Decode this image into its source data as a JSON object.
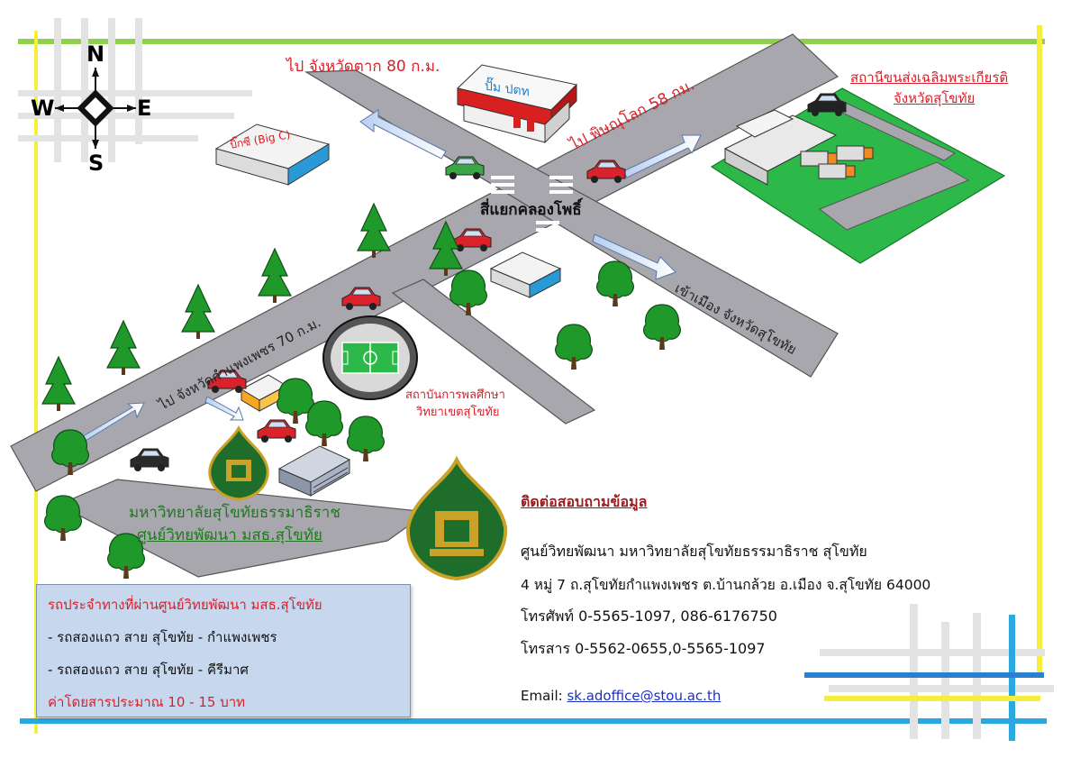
{
  "compass": {
    "n": "N",
    "s": "S",
    "e": "E",
    "w": "W"
  },
  "roads": {
    "to_tak": "ไป จังหวัดตาก 80 ก.ม.",
    "to_phitsanulok": "ไป พิษณุโลก 58 กม.",
    "to_kamphaeng": "ไป จังหวัดกำแพงเพชร 70 ก.ม.",
    "to_city": "เข้าเมือง จังหวัดสุโขทัย",
    "intersection": "สี่แยกคลองโพธิ์"
  },
  "landmarks": {
    "ptt": "ปั๊ม ปตท",
    "bigc": "บิ๊กซี (Big C)",
    "transport_station_1": "สถานีขนส่งเฉลิมพระเกียรติ",
    "transport_station_2": "จังหวัดสุโขทัย",
    "sports_1": "สถาบันการพลศึกษา",
    "sports_2": "วิทยาเขตสุโขทัย",
    "university_1": "มหาวิทยาลัยสุโขทัยธรรมาธิราช",
    "university_2": "ศูนย์วิทยพัฒนา มสธ.สุโขทัย"
  },
  "bus_info": {
    "title": "รถประจำทางที่ผ่านศูนย์วิทยพัฒนา มสธ.สุโขทัย",
    "route1": "- รถสองแถว สาย สุโขทัย - กำแพงเพชร",
    "route2": "- รถสองแถว สาย สุโขทัย - คีรีมาศ",
    "fare": "ค่าโดยสารประมาณ  10 - 15  บาท"
  },
  "contact": {
    "heading": "ติดต่อสอบถามข้อมูล",
    "org": "ศูนย์วิทยพัฒนา มหาวิทยาลัยสุโขทัยธรรมาธิราช สุโขทัย",
    "address": "4 หมู่ 7 ถ.สุโขทัยกำแพงเพชร ต.บ้านกล้วย อ.เมือง จ.สุโขทัย 64000",
    "phone": "โทรศัพท์ 0-5565-1097, 086-6176750",
    "fax": "โทรสาร 0-5562-0655,0-5565-1097",
    "email_label": "Email: ",
    "email": "sk.adoffice@stou.ac.th"
  },
  "colors": {
    "road": "#a7a7ad",
    "grass": "#2db84a",
    "label_red": "#d8202a",
    "label_green": "#1f7a1f"
  }
}
